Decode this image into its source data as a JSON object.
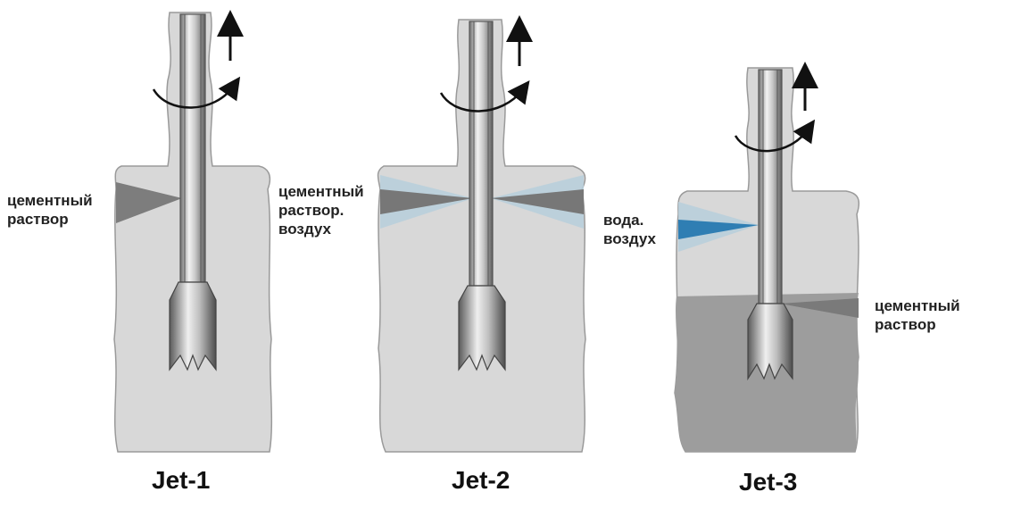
{
  "panels": [
    {
      "title": "Jet-1",
      "labels": [
        {
          "lines": [
            "цементный",
            "раствор"
          ]
        }
      ]
    },
    {
      "title": "Jet-2",
      "labels": [
        {
          "lines": [
            "цементный",
            "раствор.",
            "воздух"
          ]
        }
      ]
    },
    {
      "title": "Jet-3",
      "labels": [
        {
          "lines": [
            "вода.",
            "воздух"
          ]
        },
        {
          "lines": [
            "цементный",
            "раствор"
          ]
        }
      ]
    }
  ],
  "colors": {
    "soil": "#d8d8d8",
    "soil_outline": "#9a9a9a",
    "grout_zone": "#9d9d9d",
    "grout_jet": "#777777",
    "air_jet": "#b7cfdc",
    "water_jet": "#2f7eb3",
    "rod_dark": "#6f6f6f",
    "rod_light": "#f2f2f2",
    "arrow": "#111111"
  }
}
